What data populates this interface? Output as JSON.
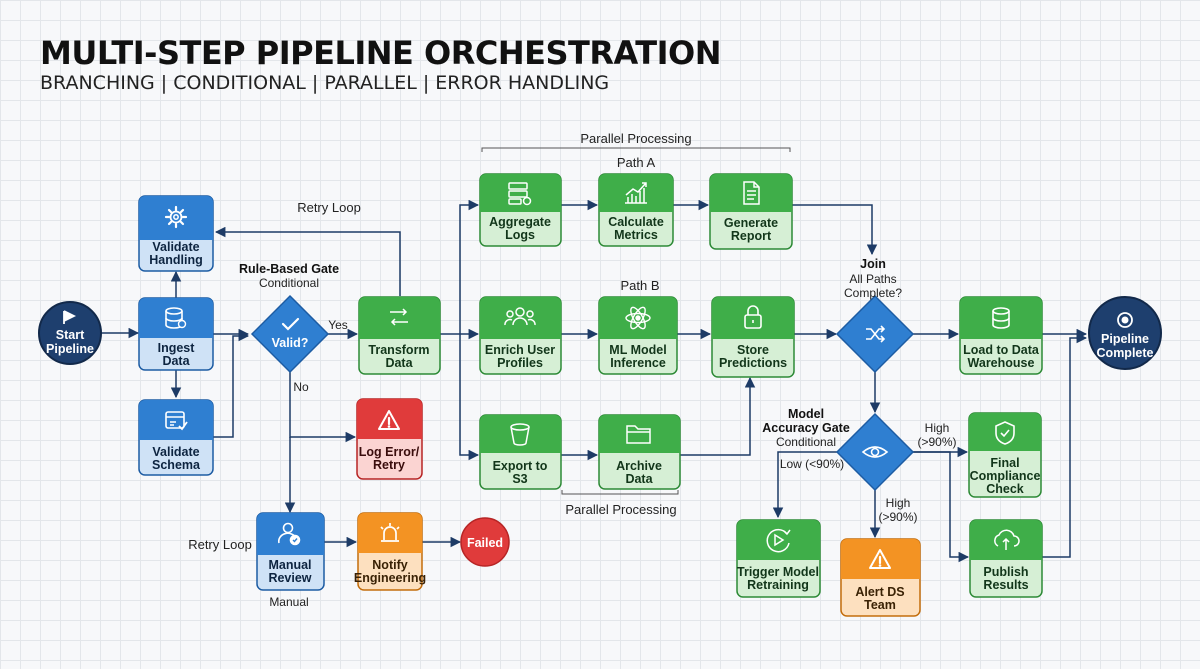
{
  "header": {
    "title": "MULTI-STEP PIPELINE ORCHESTRATION",
    "subtitle": "BRANCHING | CONDITIONAL | PARALLEL | ERROR HANDLING"
  },
  "colors": {
    "blue": "#2f7fd1",
    "blue_dark": "#1d5ca3",
    "blue_light": "#cfe2f6",
    "green": "#3fae49",
    "green_dark": "#2d8a36",
    "green_light": "#d6efd5",
    "red": "#e03b3b",
    "orange": "#f39323",
    "navy": "#1e3f6e",
    "line": "#1d3b66"
  },
  "nodes": {
    "start": {
      "l1": "Start",
      "l2": "Pipeline"
    },
    "validate_handling": {
      "l1": "Validate",
      "l2": "Handling",
      "icon": "gear-icon"
    },
    "ingest": {
      "l1": "Ingest",
      "l2": "Data",
      "icon": "database-gear-icon"
    },
    "validate_schema": {
      "l1": "Validate",
      "l2": "Schema",
      "icon": "schema-check-icon"
    },
    "valid_gate": {
      "l1": "Valid?",
      "icon": "check-icon"
    },
    "transform": {
      "l1": "Transform",
      "l2": "Data",
      "icon": "arrows-transform-icon"
    },
    "log_error": {
      "l1": "Log Error/",
      "l2": "Retry",
      "icon": "warning-icon"
    },
    "manual_review": {
      "l1": "Manual",
      "l2": "Review",
      "icon": "user-check-icon"
    },
    "notify": {
      "l1": "Notify",
      "l2": "Engineering",
      "icon": "alarm-icon"
    },
    "failed": {
      "l1": "Failed"
    },
    "aggregate": {
      "l1": "Aggregate",
      "l2": "Logs",
      "icon": "server-gear-icon"
    },
    "calculate": {
      "l1": "Calculate",
      "l2": "Metrics",
      "icon": "chart-icon"
    },
    "generate": {
      "l1": "Generate",
      "l2": "Report",
      "icon": "document-icon"
    },
    "enrich": {
      "l1": "Enrich User",
      "l2": "Profiles",
      "icon": "users-icon"
    },
    "ml": {
      "l1": "ML Model",
      "l2": "Inference",
      "icon": "atom-icon"
    },
    "store": {
      "l1": "Store",
      "l2": "Predictions",
      "icon": "lock-icon"
    },
    "export": {
      "l1": "Export to",
      "l2": "S3",
      "icon": "bucket-icon"
    },
    "archive": {
      "l1": "Archive",
      "l2": "Data",
      "icon": "folder-icon"
    },
    "join": {
      "icon": "shuffle-icon"
    },
    "load": {
      "l1": "Load to Data",
      "l2": "Warehouse",
      "icon": "database-icon"
    },
    "accuracy_gate": {
      "icon": "eye-icon"
    },
    "trigger": {
      "l1": "Trigger Model",
      "l2": "Retraining",
      "icon": "play-refresh-icon"
    },
    "alert": {
      "l1": "Alert DS",
      "l2": "Team",
      "icon": "warning-icon"
    },
    "final": {
      "l1": "Final",
      "l2": "Compliance",
      "l3": "Check",
      "icon": "shield-check-icon"
    },
    "publish": {
      "l1": "Publish",
      "l2": "Results",
      "icon": "cloud-upload-icon"
    },
    "complete": {
      "l1": "Pipeline",
      "l2": "Complete"
    }
  },
  "annotations": {
    "retry_loop_top": "Retry Loop",
    "rule_gate_title": "Rule-Based Gate",
    "rule_gate_sub": "Conditional",
    "yes": "Yes",
    "no": "No",
    "parallel_top": "Parallel Processing",
    "path_a": "Path A",
    "path_b": "Path B",
    "join_l1": "Join",
    "join_l2": "All Paths",
    "join_l3": "Complete?",
    "acc_l1": "Model",
    "acc_l2": "Accuracy Gate",
    "acc_l3": "Conditional",
    "high_right_l1": "High",
    "high_right_l2": "(>90%)",
    "high_down_l1": "High",
    "high_down_l2": "(>90%)",
    "low": "Low (<90%)",
    "parallel_bottom": "Parallel Processing",
    "retry_loop_bottom": "Retry Loop",
    "manual": "Manual"
  }
}
